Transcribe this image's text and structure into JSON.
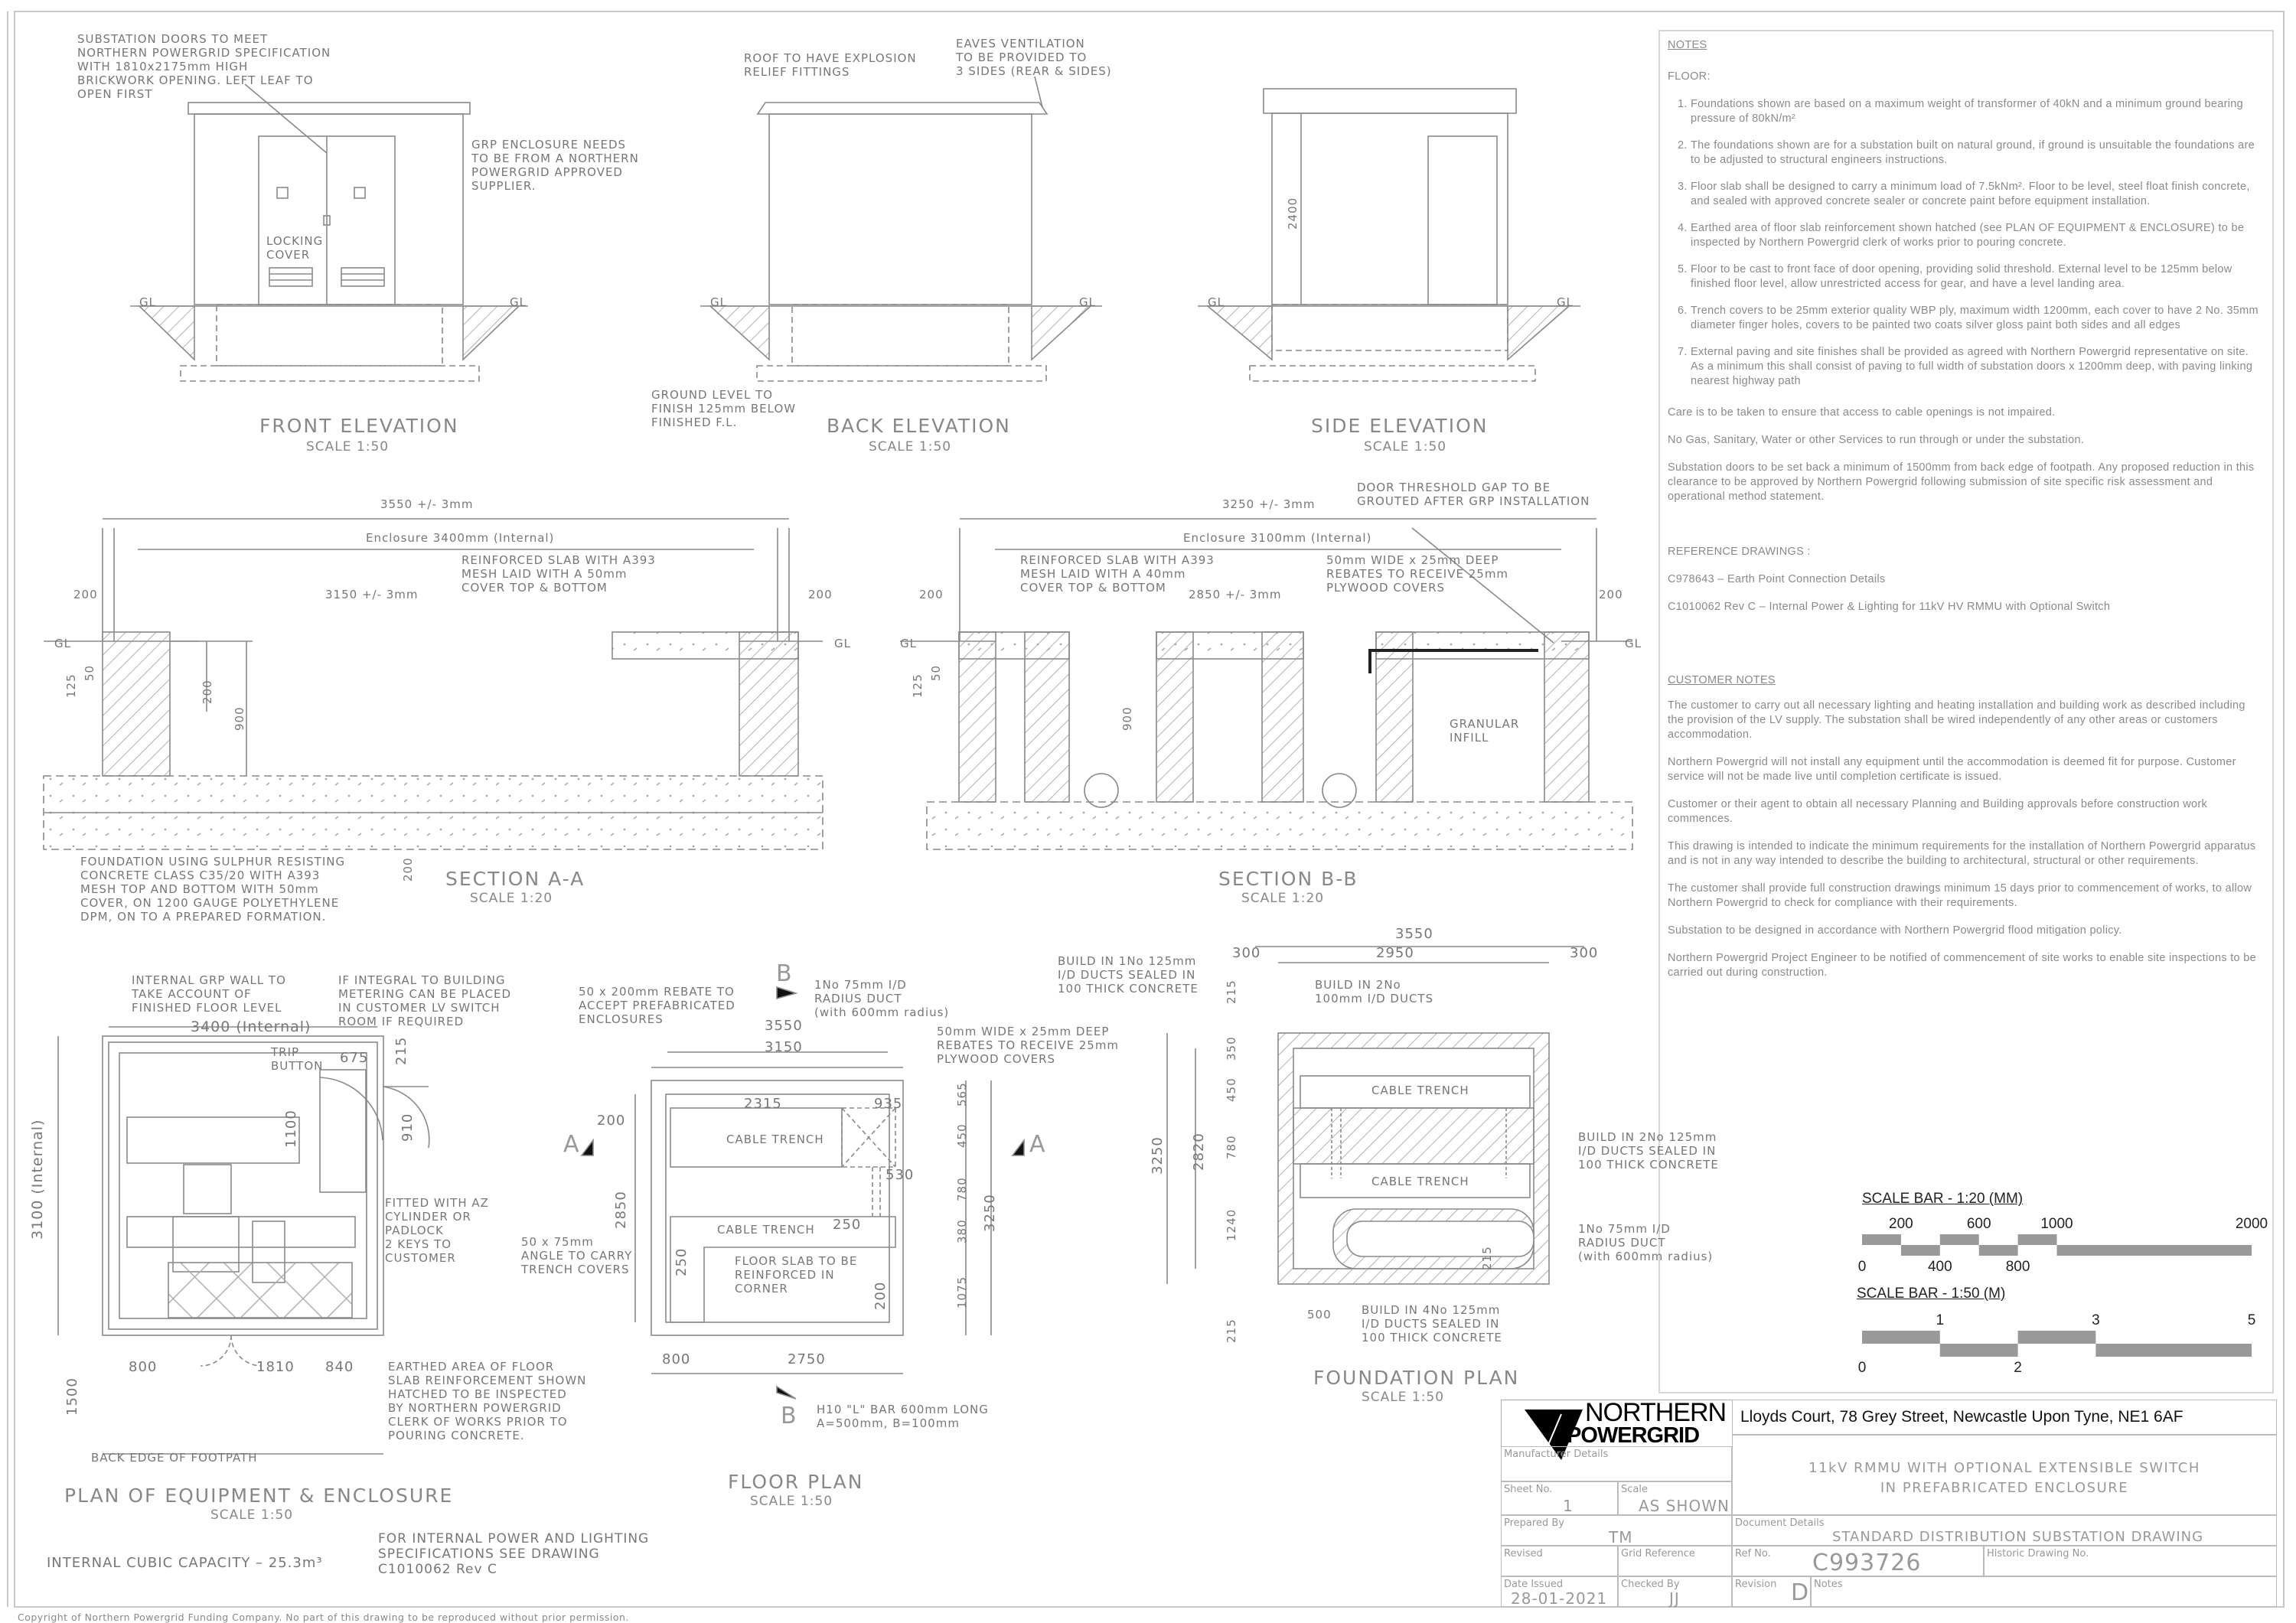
{
  "front_elevation": {
    "title": "FRONT ELEVATION",
    "scale": "SCALE 1:50",
    "note_doors": "SUBSTATION DOORS TO MEET\nNORTHERN POWERGRID SPECIFICATION\nWITH 1810x2175mm HIGH\nBRICKWORK OPENING. LEFT LEAF TO\nOPEN FIRST",
    "note_grp": "GRP ENCLOSURE NEEDS\nTO BE FROM A NORTHERN\nPOWERGRID APPROVED\nSUPPLIER.",
    "note_locking": "LOCKING\nCOVER",
    "gl": "GL"
  },
  "back_elevation": {
    "title": "BACK ELEVATION",
    "scale": "SCALE 1:50",
    "note_roof": "ROOF TO HAVE EXPLOSION\nRELIEF FITTINGS",
    "note_eaves": "EAVES VENTILATION\nTO BE PROVIDED TO\n3 SIDES (REAR & SIDES)",
    "note_ground": "GROUND LEVEL TO\nFINISH 125mm BELOW\nFINISHED F.L.",
    "gl": "GL"
  },
  "side_elevation": {
    "title": "SIDE ELEVATION",
    "scale": "SCALE 1:50",
    "dim_height": "2400",
    "gl": "GL"
  },
  "section_aa": {
    "title": "SECTION A-A",
    "scale": "SCALE 1:20",
    "dim_overall": "3550 +/- 3mm",
    "dim_enclosure": "Enclosure 3400mm (Internal)",
    "dim_inner": "3150 +/- 3mm",
    "dim_200": "200",
    "note_slab": "REINFORCED SLAB WITH A393\nMESH LAID WITH A 50mm\nCOVER TOP & BOTTOM",
    "note_foundation": "FOUNDATION USING SULPHUR RESISTING\nCONCRETE CLASS C35/20 WITH A393\nMESH TOP AND BOTTOM WITH 50mm\nCOVER, ON 1200 GAUGE POLYETHYLENE\nDPM, ON TO A PREPARED FORMATION.",
    "dim_125": "125",
    "dim_50": "50",
    "dim_900": "900",
    "gl": "GL"
  },
  "section_bb": {
    "title": "SECTION B-B",
    "scale": "SCALE 1:20",
    "dim_overall": "3250 +/- 3mm",
    "dim_enclosure": "Enclosure 3100mm (Internal)",
    "dim_inner": "2850 +/- 3mm",
    "dim_200": "200",
    "note_threshold": "DOOR THRESHOLD GAP TO BE\nGROUTED AFTER GRP INSTALLATION",
    "note_slab": "REINFORCED SLAB WITH A393\nMESH LAID WITH A 40mm\nCOVER TOP & BOTTOM",
    "note_rebates": "50mm WIDE x 25mm DEEP\nREBATES TO RECEIVE 25mm\nPLYWOOD COVERS",
    "note_infill": "GRANULAR\nINFILL",
    "dim_125": "125",
    "dim_50": "50",
    "dim_900": "900",
    "gl": "GL"
  },
  "plan_equipment": {
    "title": "PLAN OF EQUIPMENT & ENCLOSURE",
    "scale": "SCALE 1:50",
    "note_wall": "INTERNAL GRP WALL TO\nTAKE ACCOUNT OF\nFINISHED FLOOR LEVEL",
    "note_metering": "IF INTEGRAL TO BUILDING\nMETERING CAN BE PLACED\nIN CUSTOMER LV SWITCH\nROOM IF REQUIRED",
    "dim_width": "3400 (Internal)",
    "dim_depth": "3100 (Internal)",
    "note_trip": "TRIP\nBUTTON",
    "dim_675": "675",
    "dim_215": "215",
    "dim_1100": "1100",
    "dim_910": "910",
    "note_lock": "FITTED WITH AZ\nCYLINDER OR\nPADLOCK\n2 KEYS TO\nCUSTOMER",
    "note_earthed": "EARTHED AREA OF FLOOR\nSLAB REINFORCEMENT SHOWN\nHATCHED TO BE INSPECTED\nBY NORTHERN POWERGRID\nCLERK OF WORKS PRIOR TO\nPOURING CONCRETE.",
    "dim_800": "800",
    "dim_1810": "1810",
    "dim_840": "840",
    "dim_1500": "1500",
    "footpath": "BACK EDGE OF FOOTPATH",
    "capacity": "INTERNAL CUBIC CAPACITY – 25.3m³",
    "ref_note": "FOR INTERNAL POWER AND LIGHTING\nSPECIFICATIONS SEE DRAWING\nC1010062 Rev C"
  },
  "floor_plan": {
    "title": "FLOOR PLAN",
    "scale": "SCALE 1:50",
    "note_rebate": "50 x 200mm REBATE TO\nACCEPT PREFABRICATED\nENCLOSURES",
    "section_b": "B",
    "section_a": "A",
    "note_duct": "1No 75mm I/D\nRADIUS DUCT\n(with 600mm radius)",
    "note_rebates": "50mm WIDE x 25mm DEEP\nREBATES TO RECEIVE 25mm\nPLYWOOD COVERS",
    "dim_3550": "3550",
    "dim_3150": "3150",
    "dim_2315": "2315",
    "dim_935": "935",
    "dim_200": "200",
    "dim_565": "565",
    "dim_450": "450",
    "dim_780": "780",
    "dim_380": "380",
    "dim_1075": "1075",
    "dim_530": "530",
    "dim_2850": "2850",
    "dim_3250": "3250",
    "dim_250": "250",
    "dim_250b": "250",
    "dim_200b": "200",
    "dim_800": "800",
    "dim_2750": "2750",
    "trench_1": "CABLE TRENCH",
    "trench_2": "CABLE TRENCH",
    "note_angle": "50 x 75mm\nANGLE TO CARRY\nTRENCH COVERS",
    "note_slab": "FLOOR SLAB TO BE\nREINFORCED IN\nCORNER",
    "note_bar": "H10 \"L\" BAR 600mm LONG\nA=500mm, B=100mm"
  },
  "foundation_plan": {
    "title": "FOUNDATION PLAN",
    "scale": "SCALE 1:50",
    "note_1no": "BUILD IN 1No 125mm\nI/D DUCTS SEALED IN\n100 THICK CONCRETE",
    "note_2no100": "BUILD IN 2No\n100mm I/D DUCTS",
    "note_2no125": "BUILD IN 2No 125mm\nI/D DUCTS SEALED IN\n100 THICK CONCRETE",
    "note_duct": "1No 75mm I/D\nRADIUS DUCT\n(with 600mm radius)",
    "note_4no": "BUILD IN 4No 125mm\nI/D DUCTS SEALED IN\n100 THICK CONCRETE",
    "dim_3550": "3550",
    "dim_300": "300",
    "dim_2950": "2950",
    "dim_300b": "300",
    "dim_215": "215",
    "dim_350": "350",
    "dim_450": "450",
    "dim_780": "780",
    "dim_1240": "1240",
    "dim_3250": "3250",
    "dim_2820": "2820",
    "dim_215b": "215",
    "dim_500": "500",
    "dim_215c": "215",
    "trench_1": "CABLE TRENCH",
    "trench_2": "CABLE TRENCH"
  },
  "notes": {
    "heading": "NOTES",
    "floor_heading": "FLOOR:",
    "floor_items": [
      "Foundations shown are based on a maximum weight of transformer of 40kN and a minimum ground bearing pressure of 80kN/m²",
      "The foundations shown are for a substation built on natural ground, if ground is unsuitable the foundations are to be adjusted to structural engineers instructions.",
      "Floor slab shall be designed to carry a minimum load of 7.5kNm². Floor to be level, steel float finish concrete, and sealed with approved concrete sealer or concrete paint before equipment installation.",
      "Earthed area of floor slab reinforcement shown hatched (see PLAN OF EQUIPMENT & ENCLOSURE) to be inspected by Northern Powergrid clerk of works prior to pouring concrete.",
      "Floor to be cast to front face of door opening, providing solid threshold.  External level to be 125mm below finished floor level, allow unrestricted access for gear, and have a level landing area.",
      "Trench covers to be 25mm exterior quality WBP ply, maximum width 1200mm, each cover to have 2 No. 35mm diameter finger holes, covers to be painted two coats silver gloss paint both sides and all edges",
      "External paving and site finishes shall be provided as agreed with Northern Powergrid representative on site.  As a minimum this shall consist of paving to full width of substation doors x 1200mm deep, with paving linking nearest highway path"
    ],
    "general": [
      "Care is to be taken to ensure that access to cable openings is not impaired.",
      "No Gas, Sanitary, Water or other Services to run through or under the substation.",
      "Substation doors to be set back a minimum of 1500mm from back edge of footpath. Any proposed reduction in this clearance to be approved by Northern Powergrid following submission of site specific risk assessment and operational method statement."
    ],
    "reference_heading": "REFERENCE DRAWINGS :",
    "references": [
      "C978643 – Earth Point Connection Details",
      "C1010062 Rev C – Internal Power & Lighting for 11kV HV RMMU with Optional Switch"
    ],
    "customer_heading": "CUSTOMER NOTES",
    "customer": [
      "The customer to carry out all necessary lighting and heating installation and building work as described including the provision of the LV supply.  The substation shall be wired independently of any other areas or customers accommodation.",
      "Northern Powergrid will not install any equipment until the accommodation is deemed fit for purpose. Customer service will not be made live until completion certificate is issued.",
      "Customer or their agent to obtain all necessary Planning and Building approvals before construction work commences.",
      "This drawing is intended to indicate the minimum requirements for the installation of Northern Powergrid apparatus and is not in any way intended to describe the building to architectural, structural or other requirements.",
      "The customer shall provide full construction drawings minimum 15 days prior to commencement of works, to allow Northern Powergrid to check for compliance with their requirements.",
      "Substation to be designed in accordance with Northern Powergrid flood mitigation policy.",
      "Northern Powergrid Project Engineer to be notified of commencement of site works to enable site inspections to be carried out during construction."
    ]
  },
  "scale_bars": [
    {
      "title": "SCALE BAR - 1:20 (MM)",
      "ticks": [
        "0",
        "200",
        "400",
        "600",
        "800",
        "1000",
        "2000"
      ]
    },
    {
      "title": "SCALE BAR - 1:50 (M)",
      "ticks": [
        "0",
        "1",
        "2",
        "3",
        "5"
      ]
    }
  ],
  "title_block": {
    "logo_top": "NORTHERN",
    "logo_bottom": "POWERGRID",
    "address": "Lloyds Court, 78 Grey Street, Newcastle Upon Tyne, NE1 6AF",
    "manufacturer_label": "Manufacturer Details",
    "title_line1": "11kV RMMU WITH OPTIONAL EXTENSIBLE SWITCH",
    "title_line2": "IN PREFABRICATED ENCLOSURE",
    "sheet_label": "Sheet No.",
    "sheet_value": "1",
    "scale_label": "Scale",
    "scale_value": "AS SHOWN",
    "prepared_label": "Prepared By",
    "prepared_value": "TM",
    "document_label": "Document Details",
    "document_value": "STANDARD DISTRIBUTION SUBSTATION DRAWING",
    "revised_label": "Revised",
    "grid_label": "Grid Reference",
    "ref_label": "Ref No.",
    "ref_value": "C993726",
    "historic_label": "Historic Drawing No.",
    "date_label": "Date Issued",
    "date_value": "28-01-2021",
    "checked_label": "Checked By",
    "checked_value": "JJ",
    "revision_label": "Revision",
    "revision_value": "D",
    "notes_label": "Notes",
    "brand_color": "#000000"
  },
  "copyright": "Copyright of Northern Powergrid Funding Company. No part of this drawing to be reproduced without prior permission."
}
